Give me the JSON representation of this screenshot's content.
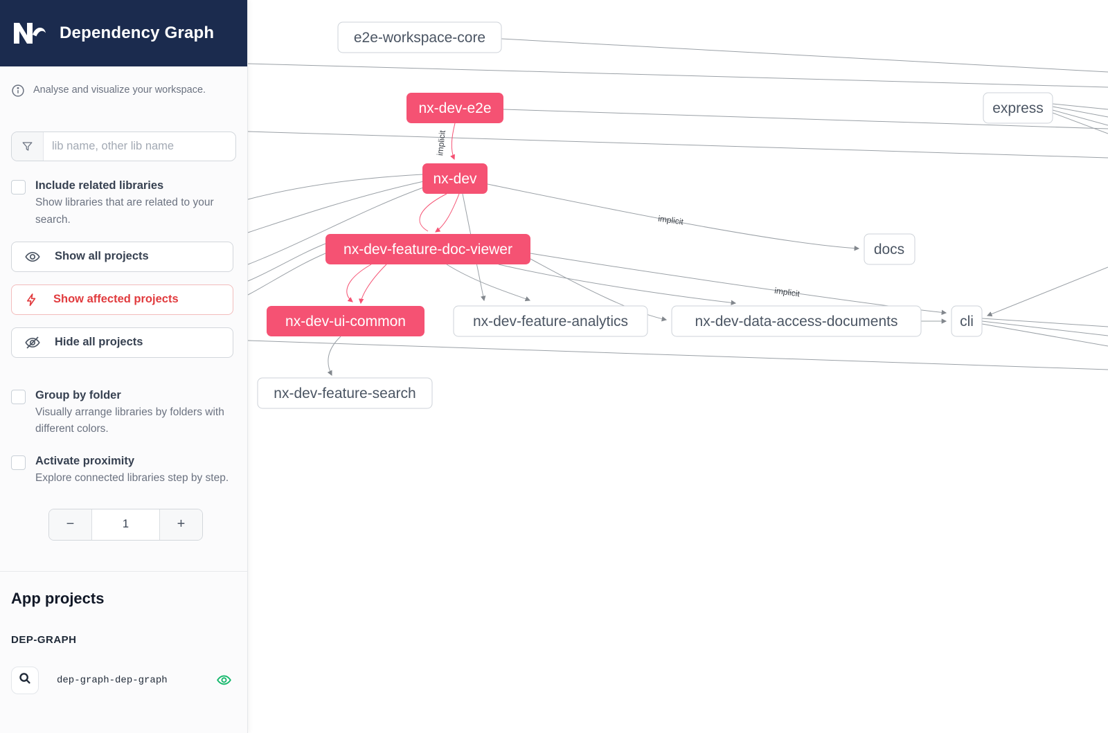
{
  "app": {
    "title": "Dependency Graph"
  },
  "colors": {
    "navy": "#1b2b4e",
    "pink": "#f55273",
    "red": "#e13b3e",
    "red_border": "#f2bcbc",
    "green": "#12b76a",
    "edge": "#9aa0a6"
  },
  "sidebar": {
    "tagline": "Analyse and visualize your workspace.",
    "search": {
      "placeholder": "lib name, other lib name",
      "value": ""
    },
    "include_related": {
      "label": "Include related libraries",
      "description": "Show libraries that are related to your search.",
      "checked": false
    },
    "actions": {
      "show_all": "Show all projects",
      "show_affected": "Show affected projects",
      "hide_all": "Hide all projects"
    },
    "group_by_folder": {
      "label": "Group by folder",
      "description": "Visually arrange libraries by folders with different colors.",
      "checked": false
    },
    "activate_proximity": {
      "label": "Activate proximity",
      "description": "Explore connected libraries step by step.",
      "checked": false
    },
    "proximity_stepper": {
      "decrement": "−",
      "value": "1",
      "increment": "+"
    },
    "projects_heading": "App projects",
    "project_group": "DEP-GRAPH",
    "project_items": [
      {
        "name": "dep-graph-dep-graph"
      }
    ]
  },
  "graph": {
    "nodes": [
      {
        "id": "e2e-workspace-core",
        "label": "e2e-workspace-core",
        "affected": false
      },
      {
        "id": "nx-dev-e2e",
        "label": "nx-dev-e2e",
        "affected": true
      },
      {
        "id": "express",
        "label": "express",
        "affected": false
      },
      {
        "id": "nx-dev",
        "label": "nx-dev",
        "affected": true
      },
      {
        "id": "nx-dev-feature-doc-viewer",
        "label": "nx-dev-feature-doc-viewer",
        "affected": true
      },
      {
        "id": "docs",
        "label": "docs",
        "affected": false
      },
      {
        "id": "nx-dev-ui-common",
        "label": "nx-dev-ui-common",
        "affected": true
      },
      {
        "id": "nx-dev-feature-analytics",
        "label": "nx-dev-feature-analytics",
        "affected": false
      },
      {
        "id": "nx-dev-data-access-documents",
        "label": "nx-dev-data-access-documents",
        "affected": false
      },
      {
        "id": "cli",
        "label": "cli",
        "affected": false
      },
      {
        "id": "nx-dev-feature-search",
        "label": "nx-dev-feature-search",
        "affected": false
      }
    ],
    "edge_labels": [
      {
        "text": "implicit"
      },
      {
        "text": "implicit"
      },
      {
        "text": "implicit"
      }
    ]
  }
}
